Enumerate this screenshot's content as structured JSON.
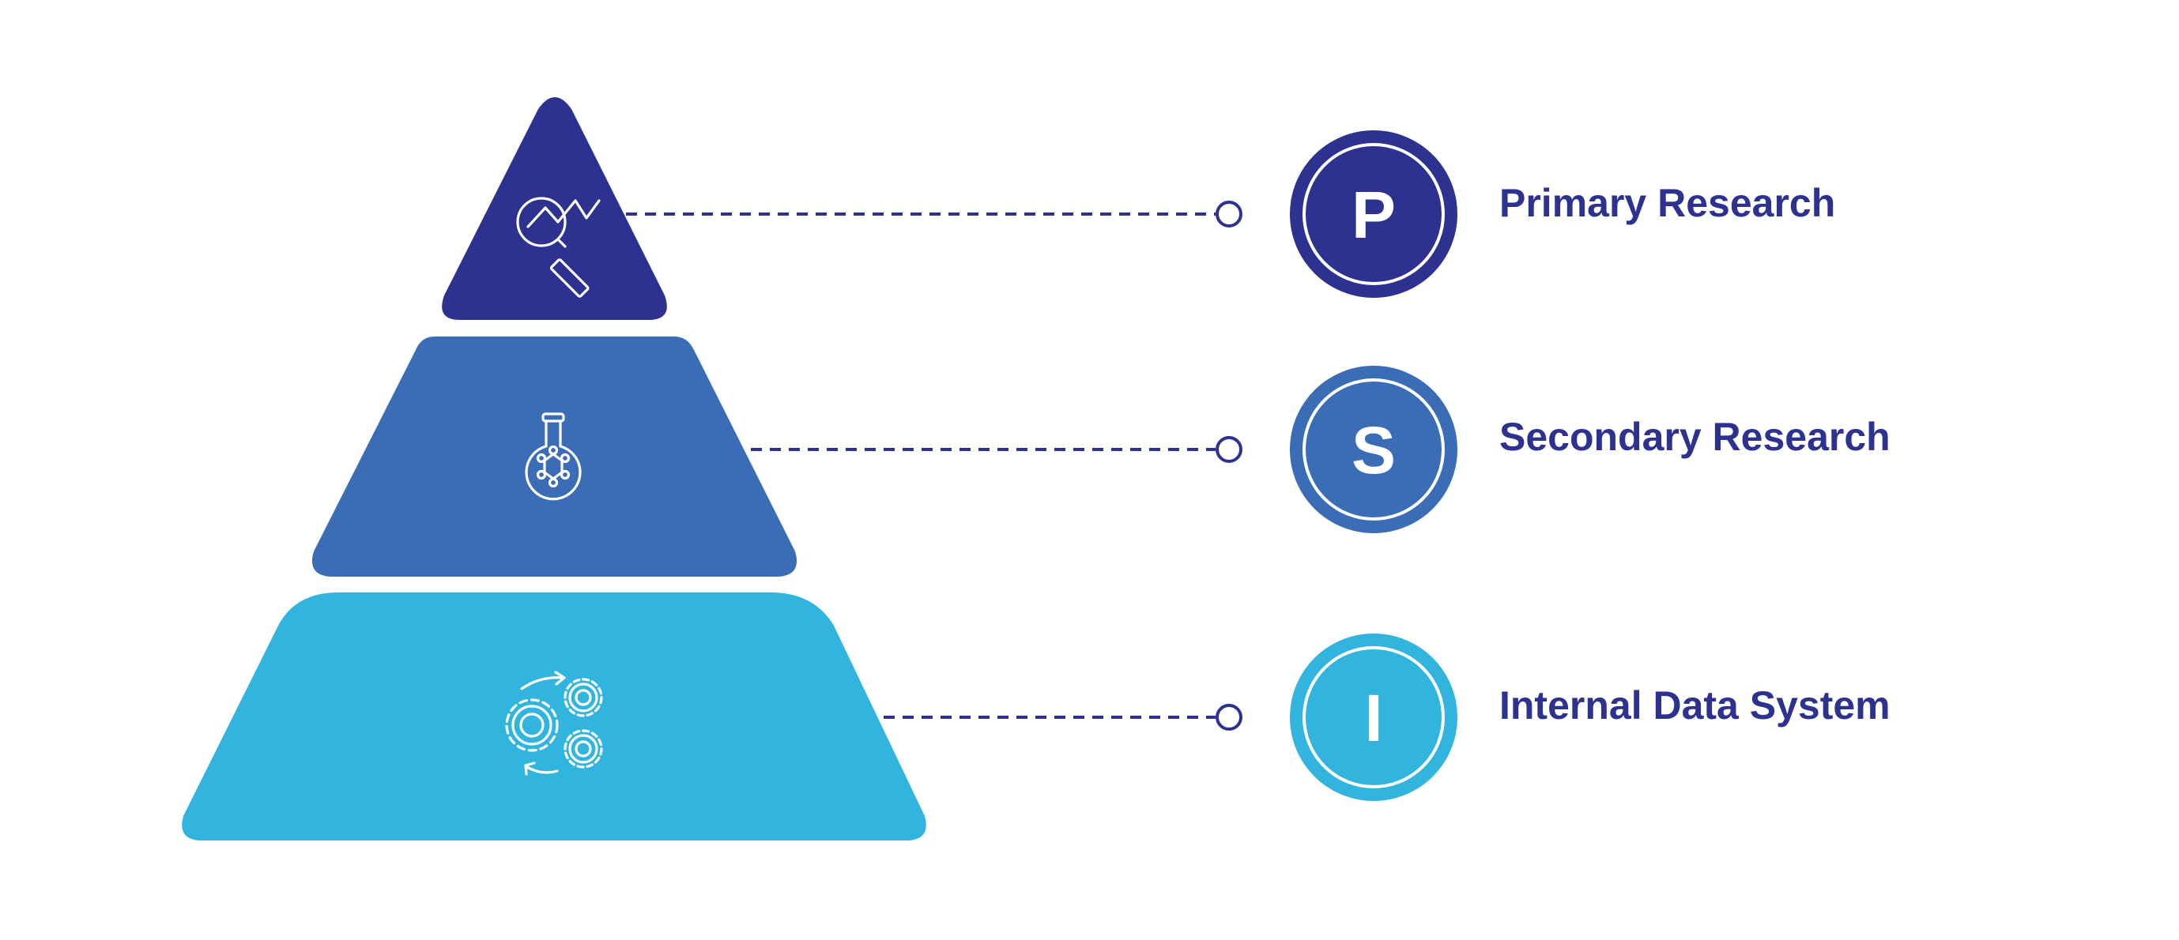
{
  "colors": {
    "background": "#ffffff",
    "navy": "#2d3290",
    "mid_blue": "#3b6db6",
    "light_blue": "#31b5df",
    "label_text": "#2d3290",
    "connector": "#2d3290"
  },
  "tiers": [
    {
      "key": "primary",
      "letter": "P",
      "label": "Primary Research",
      "color": "#2d3290",
      "icon": "magnifier-trend-icon"
    },
    {
      "key": "secondary",
      "letter": "S",
      "label": "Secondary Research",
      "color": "#3b6db6",
      "icon": "flask-molecule-icon"
    },
    {
      "key": "internal",
      "letter": "I",
      "label": "Internal Data System",
      "color": "#31b5df",
      "icon": "gears-cycle-icon"
    }
  ]
}
